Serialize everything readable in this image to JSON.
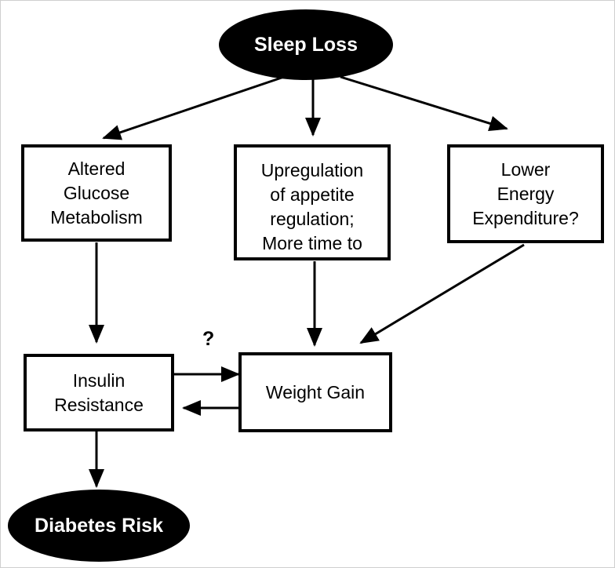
{
  "nodes": {
    "sleep_loss": "Sleep Loss",
    "altered_glucose": [
      "Altered",
      "Glucose",
      "Metabolism"
    ],
    "appetite": [
      "Upregulation",
      "of appetite",
      "regulation;",
      "More time to"
    ],
    "energy": [
      "Lower",
      "Energy",
      "Expenditure?"
    ],
    "insulin": [
      "Insulin",
      "Resistance"
    ],
    "weight_gain": "Weight Gain",
    "diabetes": "Diabetes Risk"
  },
  "question_mark": "?"
}
